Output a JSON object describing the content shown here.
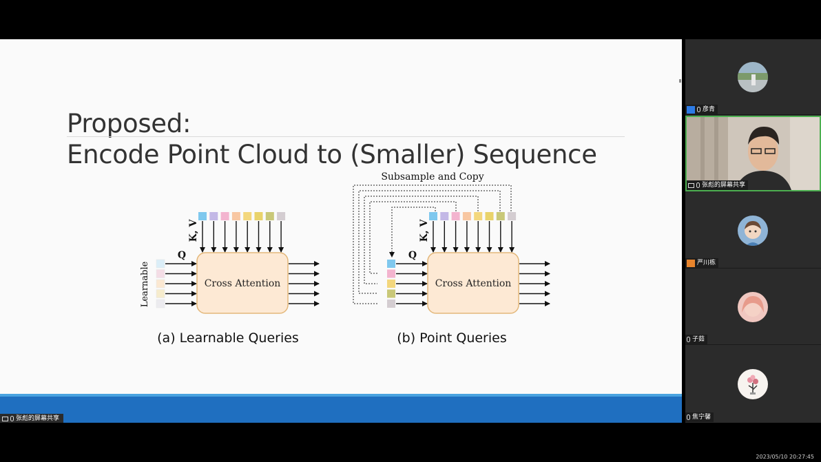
{
  "slide": {
    "title_line1": "Proposed:",
    "title_line2": "Encode Point Cloud to (Smaller) Sequence",
    "figure": {
      "left": {
        "side_label": "Learnable",
        "query_label": "Q",
        "kv_label": "K, V",
        "block_label": "Cross Attention",
        "caption": "(a) Learnable Queries"
      },
      "right": {
        "top_label": "Subsample and Copy",
        "query_label": "Q",
        "kv_label": "K, V",
        "block_label": "Cross Attention",
        "caption": "(b) Point Queries"
      },
      "token_colors": [
        "#7fc8ee",
        "#c3b8e6",
        "#f3b4cf",
        "#f8c7a2",
        "#f3d77d",
        "#e9d36a",
        "#c9c878",
        "#d4cdd1"
      ],
      "learnable_colors": [
        "#dbeef8",
        "#f4dde6",
        "#fbe8d2",
        "#f6eccd",
        "#ecebef"
      ],
      "point_query_colors": [
        "#7fc8ee",
        "#f3b4cf",
        "#f3d77d",
        "#c9c878",
        "#d4cdd1"
      ],
      "block_fill": "#fde9d4",
      "block_stroke": "#e3b77a"
    }
  },
  "share_label": "张彪的屏幕共享",
  "participants": [
    {
      "name": "彦青",
      "badge": "host"
    },
    {
      "name": "张彪的屏幕共享",
      "badge": "screen",
      "active": true
    },
    {
      "name": "严川栋",
      "badge": "orange"
    },
    {
      "name": "子茹",
      "badge": "none"
    },
    {
      "name": "焦宁馨",
      "badge": "none"
    }
  ],
  "timestamp": "2023/05/10 20:27:45"
}
